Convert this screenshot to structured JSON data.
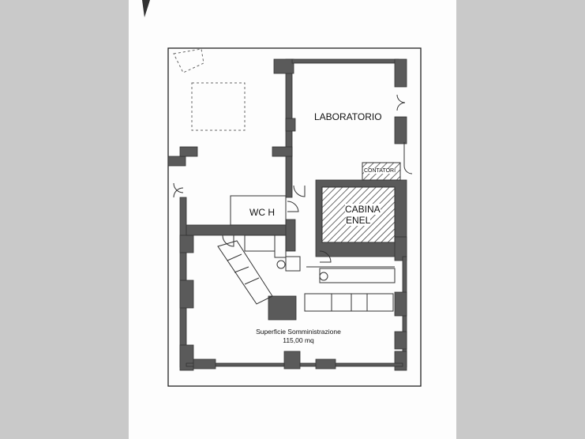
{
  "plan": {
    "rooms": {
      "laboratorio": "LABORATORIO",
      "wc": "WC H",
      "cabina_line1": "CABINA",
      "cabina_line2": "ENEL",
      "contatori": "CONTATORI"
    },
    "main_area": {
      "name": "Superficie Somministrazione",
      "size": "115,00 mq"
    }
  }
}
